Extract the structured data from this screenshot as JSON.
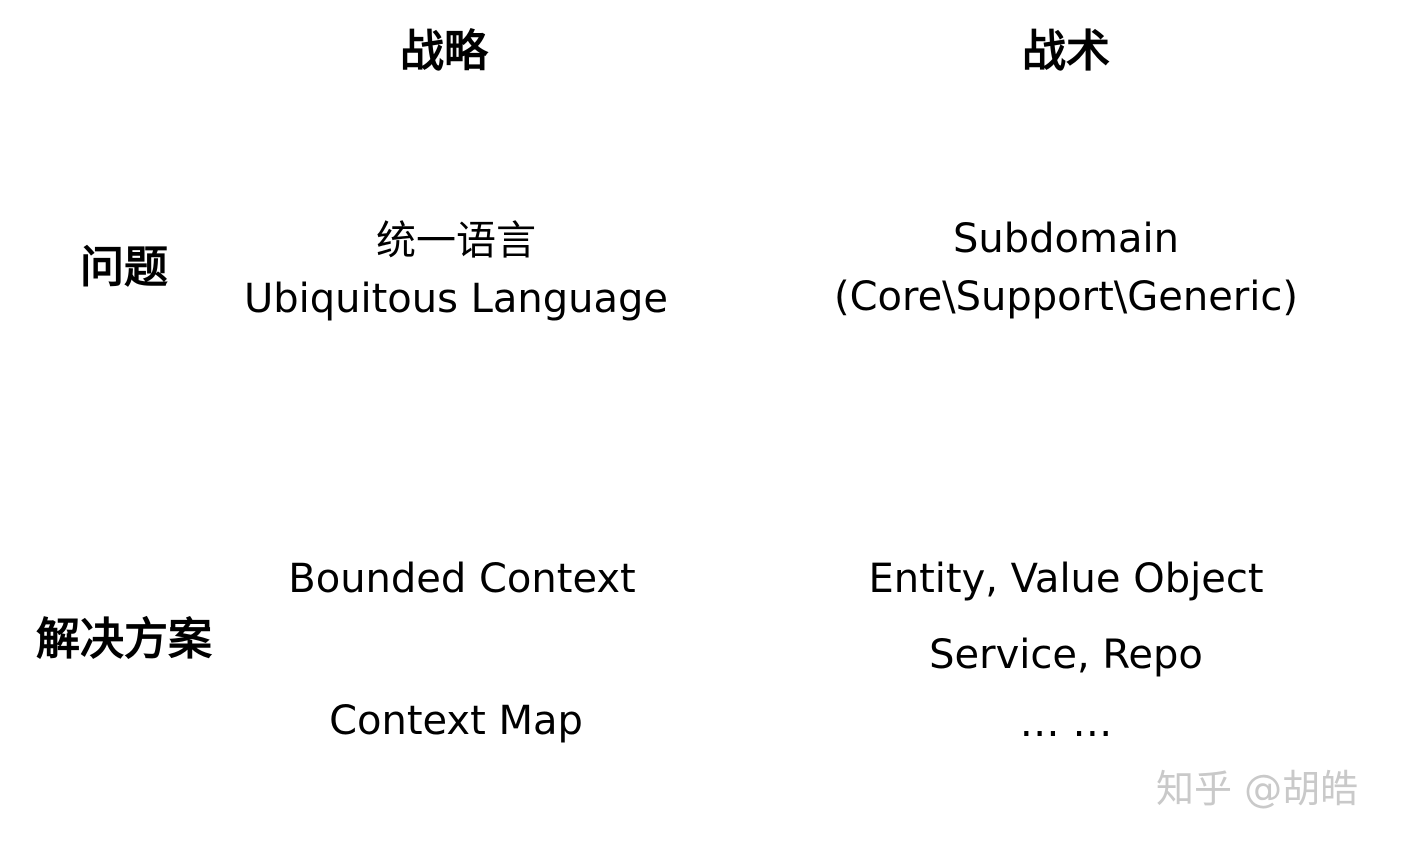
{
  "columns": {
    "strategy": "战略",
    "tactics": "战术"
  },
  "rows": {
    "problem": "问题",
    "solution": "解决方案"
  },
  "cells": {
    "problem_strategy": {
      "line1": "统一语言",
      "line2": "Ubiquitous Language"
    },
    "problem_tactics": {
      "line1": "Subdomain",
      "line2": "(Core\\Support\\Generic)"
    },
    "solution_strategy": {
      "item1": "Bounded Context",
      "item2": "Context Map"
    },
    "solution_tactics": {
      "item1": "Entity, Value Object",
      "item2": "Service, Repo",
      "item3": "… …"
    }
  },
  "watermark": "知乎 @胡皓",
  "colors": {
    "ink": "#000000",
    "watermark": "#c9c9c9",
    "background": "#ffffff"
  }
}
